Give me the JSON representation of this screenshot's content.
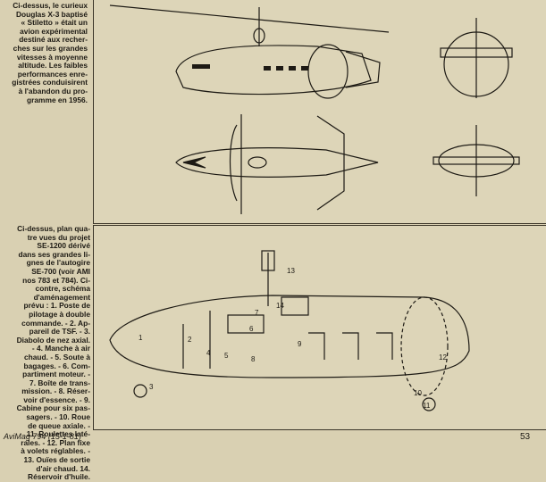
{
  "caption_top": "Ci-dessus, le curieux\nDouglas X-3 baptisé\n« Stiletto » était un\navion expérimental\ndestiné aux recher-\nches sur les grandes\nvitesses à moyenne\naltitude. Les faibles\nperformances enre-\ngistrées conduisirent\nà l'abandon du pro-\ngramme en 1956.",
  "caption_bottom": "Ci-dessus, plan qua-\ntre vues du projet\nSE-1200 dérivé\ndans ses grandes li-\ngnes de l'autogire\nSE-700 (voir AMI\nnos 783 et 784). Ci-\ncontre, schéma\nd'aménagement\nprévu : 1. Poste de\npilotage à double\ncommande. - 2. Ap-\npareil de TSF. - 3.\nDiabolo de nez axial.\n- 4. Manche à air\nchaud. - 5. Soute à\nbagages. - 6. Com-\npartiment moteur. -\n7. Boîte de trans-\nmission. - 8. Réser-\nvoir d'essence. - 9.\nCabine pour six pas-\nsagers. - 10. Roue\nde queue axiale. -\n11. Roulettes laté-\nrales. - 12. Plan fixe\nà volets réglables. -\n13. Ouïes de sortie\nd'air chaud. 14.\nRéservoir d'huile.",
  "callouts": [
    "1",
    "2",
    "3",
    "4",
    "5",
    "6",
    "7",
    "8",
    "9",
    "10",
    "11",
    "12",
    "13",
    "14"
  ],
  "footer": {
    "left": "AviMag 794 (15-1-81)",
    "right": "53"
  },
  "colors": {
    "paper": "#d9d0b2",
    "ink": "#1d1a14"
  }
}
